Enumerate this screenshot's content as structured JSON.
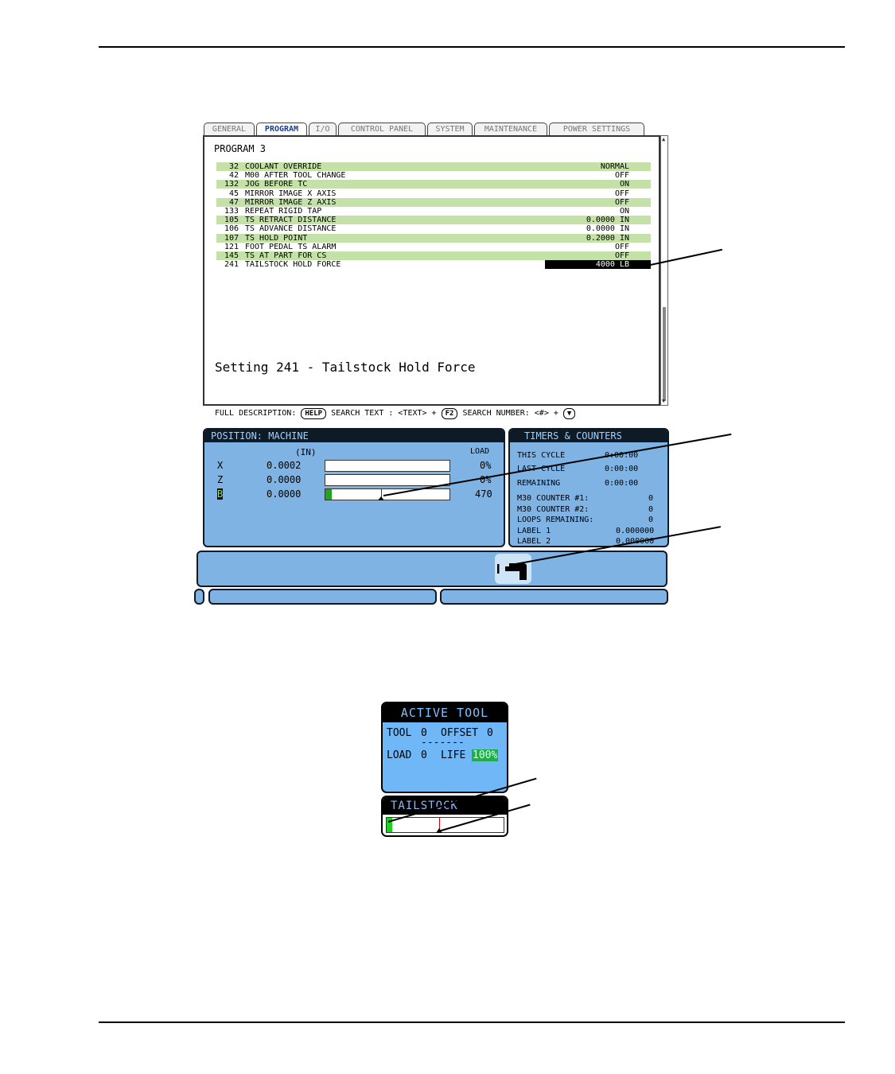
{
  "tabs": [
    "GENERAL",
    "PROGRAM",
    "I/O",
    "CONTROL PANEL",
    "SYSTEM",
    "MAINTENANCE",
    "POWER SETTINGS"
  ],
  "active_tab": "PROGRAM",
  "settings": {
    "section_title": "PROGRAM 3",
    "rows": [
      {
        "num": "32",
        "name": "COOLANT OVERRIDE",
        "value": "NORMAL"
      },
      {
        "num": "42",
        "name": "M00 AFTER TOOL CHANGE",
        "value": "OFF"
      },
      {
        "num": "132",
        "name": "JOG BEFORE TC",
        "value": "ON"
      },
      {
        "num": "45",
        "name": "MIRROR IMAGE X AXIS",
        "value": "OFF"
      },
      {
        "num": "47",
        "name": "MIRROR IMAGE Z AXIS",
        "value": "OFF"
      },
      {
        "num": "133",
        "name": "REPEAT RIGID TAP",
        "value": "ON"
      },
      {
        "num": "105",
        "name": "TS RETRACT DISTANCE",
        "value": "0.0000 IN"
      },
      {
        "num": "106",
        "name": "TS ADVANCE DISTANCE",
        "value": "0.0000 IN"
      },
      {
        "num": "107",
        "name": "TS HOLD POINT",
        "value": "0.2000 IN"
      },
      {
        "num": "121",
        "name": "FOOT PEDAL TS ALARM",
        "value": "OFF"
      },
      {
        "num": "145",
        "name": "TS AT PART FOR CS",
        "value": "OFF"
      },
      {
        "num": "241",
        "name": "TAILSTOCK HOLD FORCE",
        "value": "4000 LB"
      }
    ],
    "selected_row": 11,
    "description_title": "Setting 241 - Tailstock Hold Force"
  },
  "help_line": {
    "full_desc": "FULL DESCRIPTION:",
    "help_key": "HELP",
    "search_text": "SEARCH TEXT : <TEXT> +",
    "f2_key": "F2",
    "search_number": "SEARCH NUMBER: <#> +"
  },
  "position": {
    "title": "POSITION: MACHINE",
    "units": "(IN)",
    "load_header": "LOAD",
    "axes": [
      {
        "axis": "X",
        "value": "0.0002",
        "load": "0%",
        "load_fraction": 0.0
      },
      {
        "axis": "Z",
        "value": "0.0000",
        "load": "0%",
        "load_fraction": 0.0
      },
      {
        "axis": "B",
        "value": "0.0000",
        "load": "470",
        "load_fraction": 0.05
      }
    ]
  },
  "timers": {
    "title": "TIMERS & COUNTERS",
    "this_cycle_label": "THIS CYCLE",
    "this_cycle": "0:00:00",
    "last_cycle_label": "LAST CYCLE",
    "last_cycle": "0:00:00",
    "remaining_label": "REMAINING",
    "remaining": "0:00:00",
    "m30_1_label": "M30 COUNTER #1:",
    "m30_1": "0",
    "m30_2_label": "M30 COUNTER #2:",
    "m30_2": "0",
    "loops_label": "LOOPS REMAINING:",
    "loops": "0",
    "label1_label": "LABEL 1",
    "label1": "0.000000",
    "label2_label": "LABEL 2",
    "label2": "0.000000"
  },
  "active_tool": {
    "title": "ACTIVE TOOL",
    "tool_label": "TOOL",
    "tool": "0",
    "offset_label": "OFFSET",
    "offset": "0",
    "dashes": "-------",
    "load_label": "LOAD",
    "load": "0",
    "life_label": "LIFE",
    "life": "100%"
  },
  "tailstock": {
    "title": "TAILSTOCK",
    "load_fraction": 0.05
  },
  "colors": {
    "panel_blue": "#7fb3e3",
    "panel_dark": "#0e1a26",
    "row_green": "#c4e2a8",
    "bar_green": "#1ea61e",
    "marker_red": "#d40000"
  },
  "icons": [
    "tailstock-icon",
    "down-arrow-key-icon"
  ]
}
